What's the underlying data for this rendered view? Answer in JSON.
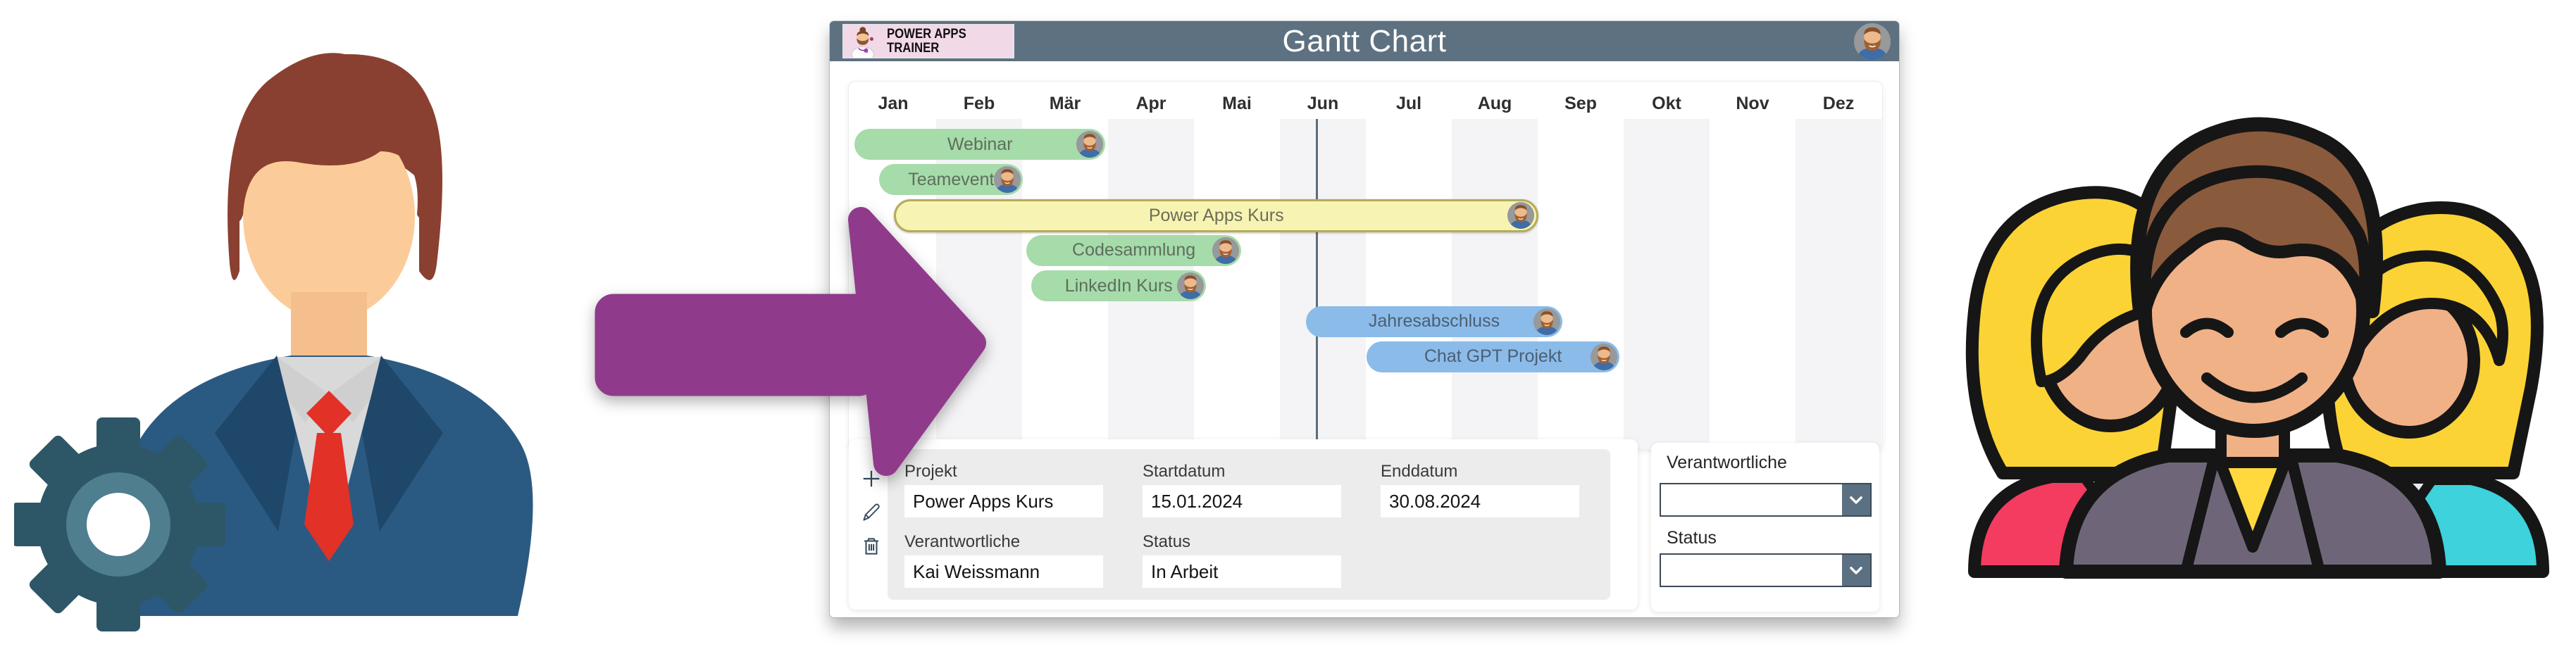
{
  "header": {
    "title": "Gantt Chart",
    "logo_line1": "POWER APPS",
    "logo_line2": "TRAINER"
  },
  "chart_data": {
    "type": "gantt",
    "months": [
      "Jan",
      "Feb",
      "Mär",
      "Apr",
      "Mai",
      "Jun",
      "Jul",
      "Aug",
      "Sep",
      "Okt",
      "Nov",
      "Dez"
    ],
    "today_marker_month": 5.42,
    "tasks": [
      {
        "label": "Webinar",
        "start_month": 0.05,
        "end_month": 2.97,
        "color_key": "green",
        "selected": false
      },
      {
        "label": "Teamevent",
        "start_month": 0.34,
        "end_month": 2.01,
        "color_key": "green",
        "selected": false
      },
      {
        "label": "Power Apps Kurs",
        "start_month": 0.51,
        "end_month": 8.01,
        "color_key": "yellow",
        "selected": true
      },
      {
        "label": "Codesammlung",
        "start_month": 2.05,
        "end_month": 4.55,
        "color_key": "green",
        "selected": false
      },
      {
        "label": "LinkedIn Kurs",
        "start_month": 2.11,
        "end_month": 4.14,
        "color_key": "green",
        "selected": false
      },
      {
        "label": "Jahresabschluss",
        "start_month": 5.3,
        "end_month": 8.29,
        "color_key": "blue",
        "selected": false
      },
      {
        "label": "Chat GPT Projekt",
        "start_month": 6.01,
        "end_month": 8.95,
        "color_key": "blue",
        "selected": false
      }
    ],
    "colors": {
      "green_fill": "#a6dbaa",
      "green_text": "#5d6f5d",
      "yellow_fill": "#f7f4b3",
      "yellow_border": "#b6ac57",
      "yellow_text": "#6d6d57",
      "blue_fill": "#8bbbe9",
      "blue_text": "#4c5f72",
      "stripe": "#f4f4f6",
      "today_line": "#5c6d7a",
      "header_bg": "#5d7181"
    },
    "layout_hints": {
      "grid": "alternating-month-columns",
      "legend": "none"
    }
  },
  "detail_form": {
    "projekt": {
      "label": "Projekt",
      "value": "Power Apps Kurs"
    },
    "startdatum": {
      "label": "Startdatum",
      "value": "15.01.2024"
    },
    "enddatum": {
      "label": "Enddatum",
      "value": "30.08.2024"
    },
    "verantwortliche": {
      "label": "Verantwortliche",
      "value": "Kai Weissmann"
    },
    "status": {
      "label": "Status",
      "value": "In Arbeit"
    }
  },
  "filters": {
    "responsible_label": "Verantwortliche",
    "responsible_value": "",
    "status_label": "Status",
    "status_value": ""
  },
  "icons": [
    "add-icon",
    "edit-pencil-icon",
    "trash-icon",
    "chevron-down-icon",
    "gear-icon",
    "user-avatar"
  ]
}
